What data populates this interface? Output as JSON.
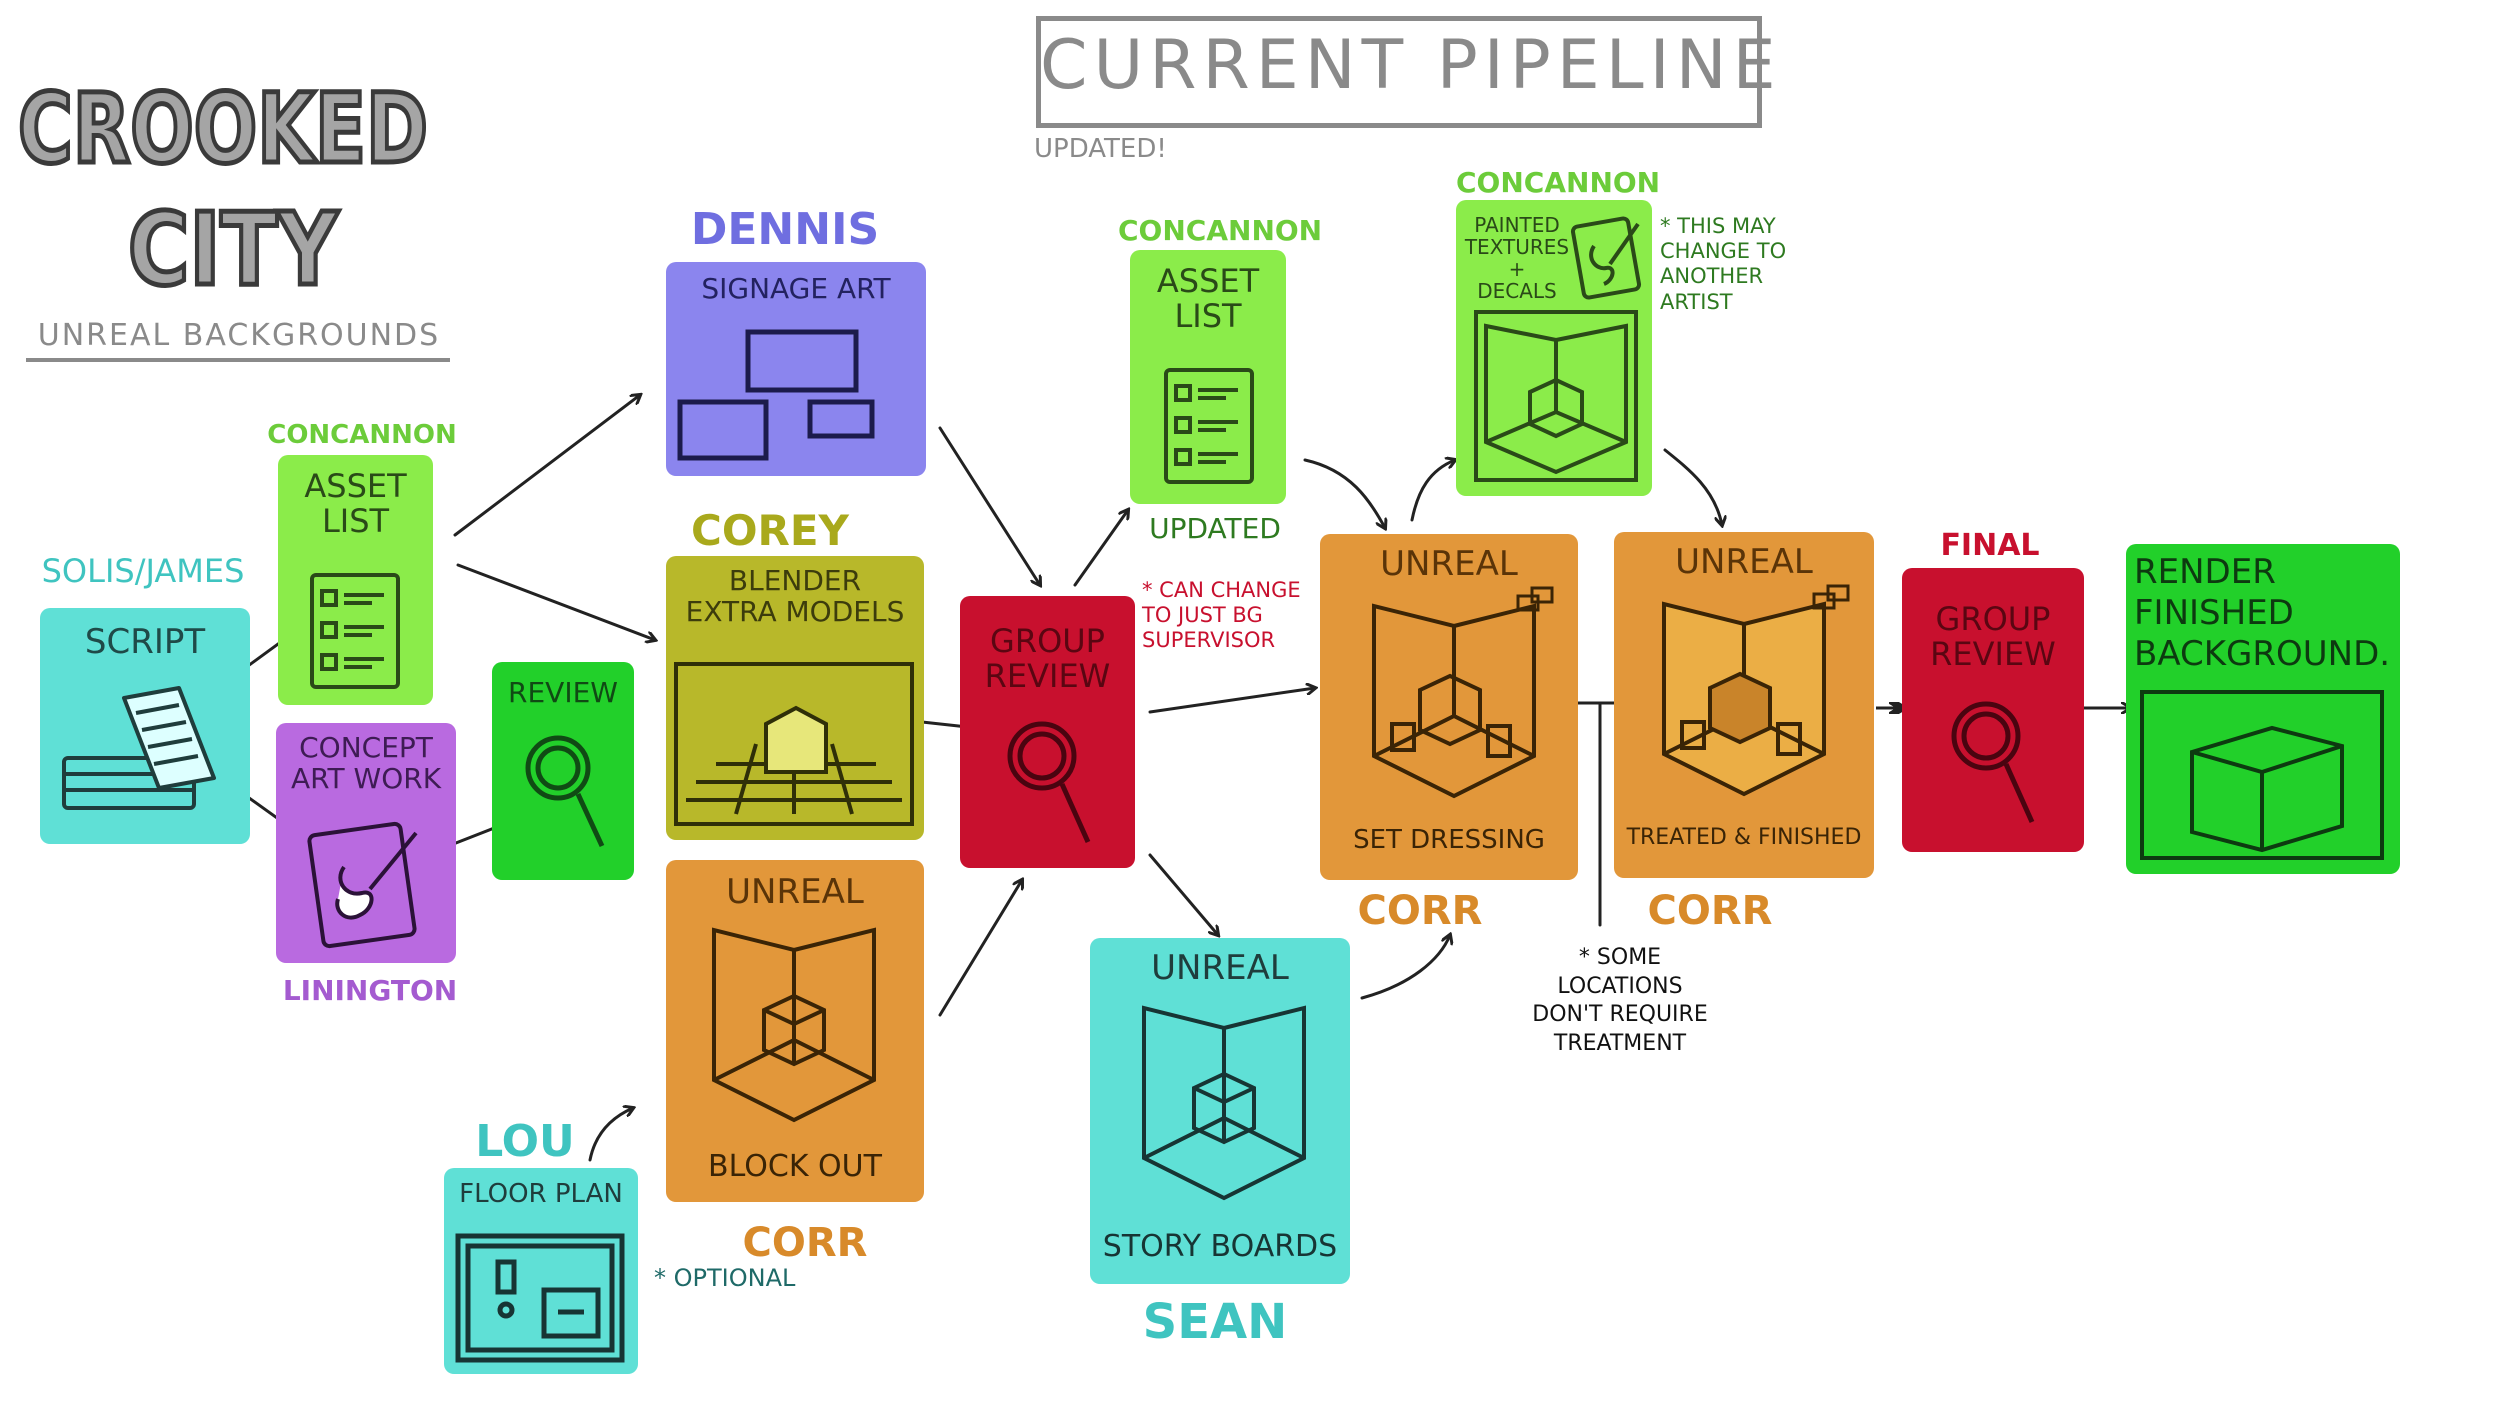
{
  "logo": {
    "line1": "CROOKED",
    "line2": "CITY",
    "subtitle": "UNREAL BACKGROUNDS"
  },
  "title": "CURRENT PIPELINE",
  "updated_note": "UPDATED!",
  "owners": {
    "solis_james": "SOLIS/JAMES",
    "concannon_left": "CONCANNON",
    "linington": "LININGTON",
    "dennis": "DENNIS",
    "corey": "COREY",
    "corr_blockout": "CORR",
    "lou": "LOU",
    "concannon_mid": "CONCANNON",
    "updated_label": "UPDATED",
    "sean": "SEAN",
    "concannon_textures": "CONCANNON",
    "corr_dressing": "CORR",
    "corr_treated": "CORR",
    "final": "FINAL"
  },
  "cards": {
    "script": "SCRIPT",
    "asset_list_left": "ASSET\nLIST",
    "concept_art": "CONCEPT\nART WORK",
    "review": "REVIEW",
    "signage_art": "SIGNAGE ART",
    "blender": "BLENDER\nEXTRA MODELS",
    "unreal_blockout": "UNREAL",
    "blockout_caption": "BLOCK OUT",
    "floor_plan": "FLOOR PLAN",
    "group_review_1": "GROUP\nREVIEW",
    "asset_list_mid": "ASSET\nLIST",
    "unreal_storyboards": "UNREAL",
    "storyboards_caption": "STORY BOARDS",
    "painted_textures": "PAINTED\nTEXTURES\n+\nDECALS",
    "unreal_dressing": "UNREAL",
    "dressing_caption": "SET DRESSING",
    "unreal_treated": "UNREAL",
    "treated_caption": "TREATED & FINISHED",
    "group_review_2": "GROUP\nREVIEW",
    "render": "RENDER\nFINISHED\nBACKGROUND."
  },
  "notes": {
    "optional": "* OPTIONAL",
    "can_change": "* CAN CHANGE\nTO JUST BG\nSUPERVISOR",
    "may_change": "* THIS MAY\nCHANGE TO\nANOTHER\nARTIST",
    "some_locations": "* SOME\nLOCATIONS\nDON'T REQUIRE\nTREATMENT"
  },
  "colors": {
    "script": "#5fe0d6",
    "asset_list": "#8bec4a",
    "concept": "#b96ae0",
    "review": "#22d02a",
    "signage": "#8b85ee",
    "blender": "#b8b82a",
    "unreal_orange": "#e2973a",
    "floor_plan": "#5fe0d6",
    "group_review": "#c8102e",
    "storyboards": "#5fe0d6",
    "textures": "#8bec4a",
    "render": "#22d02a",
    "owner_teal": "#3fc4c0",
    "owner_green": "#6ccc3a",
    "owner_purple": "#a45bd0",
    "owner_blue": "#6f6ee0",
    "owner_olive": "#a9a91c",
    "owner_orange": "#d88a2a",
    "owner_red": "#c8102e"
  },
  "icons": [
    "papers-icon",
    "checklist-icon",
    "palette-brush-icon",
    "magnifier-icon",
    "signs-icon",
    "crate-grid-icon",
    "room-cube-icon",
    "floor-plan-icon",
    "cube-icon",
    "room-props-icon",
    "lit-room-icon",
    "bricks-icon"
  ]
}
